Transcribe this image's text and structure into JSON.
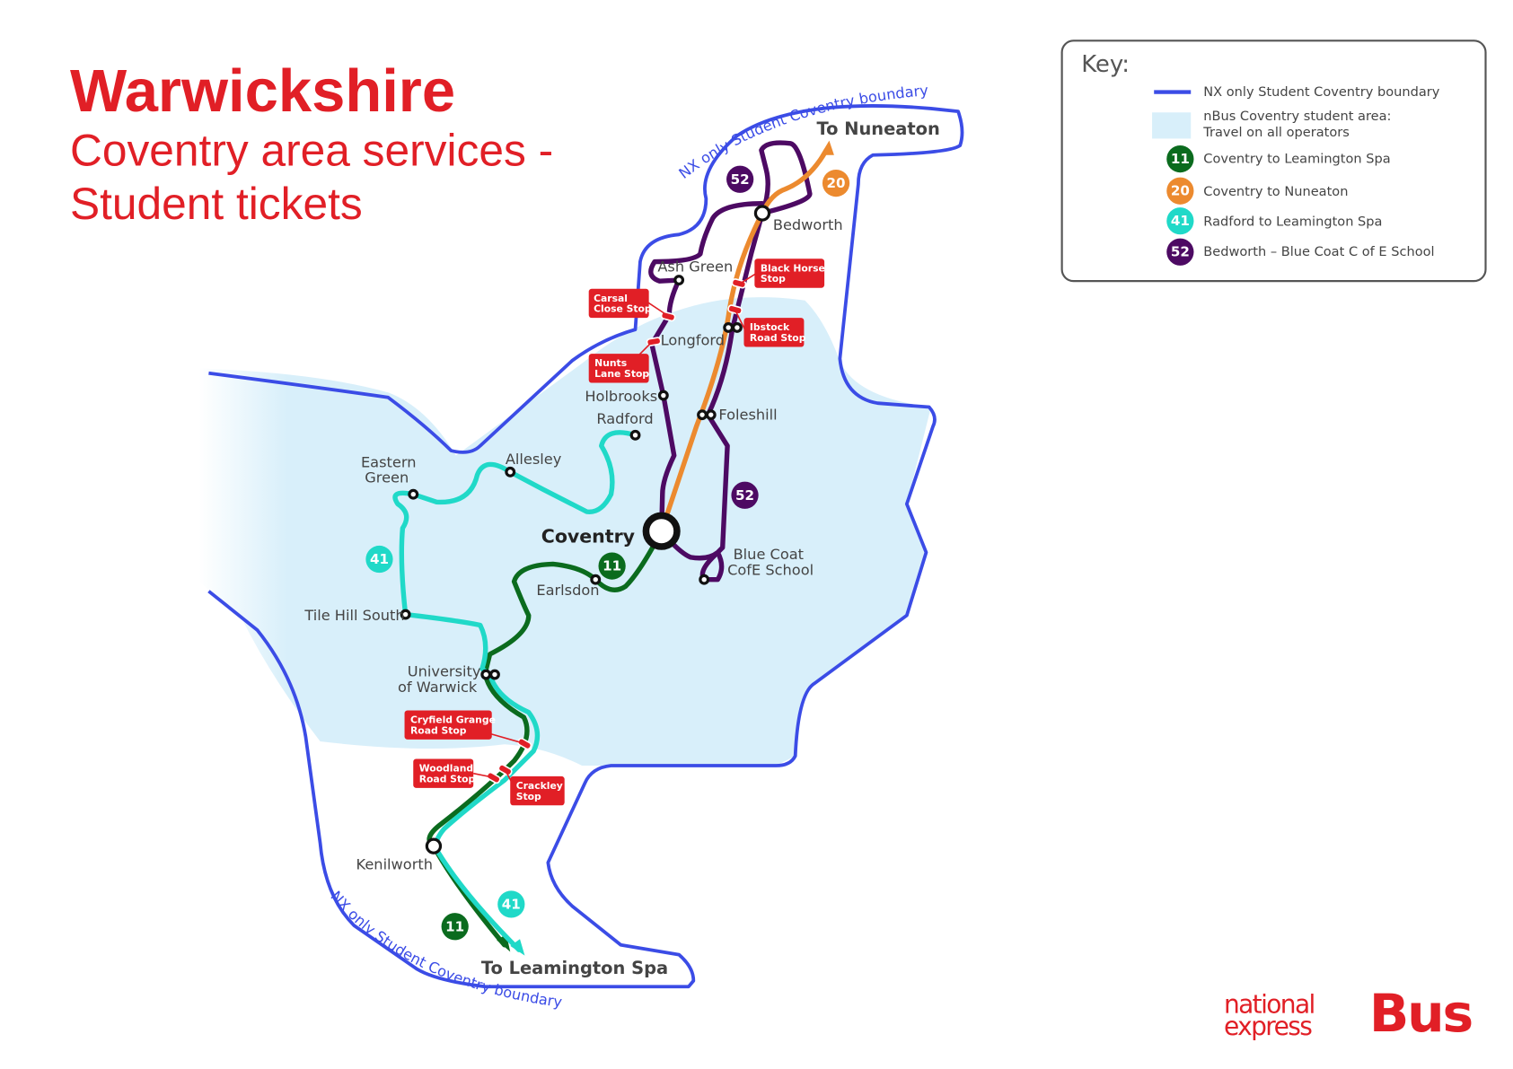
{
  "title": {
    "main": "Warwickshire",
    "line1": "Coventry area services -",
    "line2": "Student tickets"
  },
  "colors": {
    "red": "#e11f26",
    "boundary": "#3b4ce6",
    "area": "#d8effa",
    "route11": "#0b6b1e",
    "route20": "#ec8a2f",
    "route41": "#20d9c8",
    "route52": "#4d0a63"
  },
  "boundary_label": "NX only Student Coventry boundary",
  "destinations": {
    "north": "To Nuneaton",
    "south": "To Leamington Spa"
  },
  "places": {
    "coventry": "Coventry",
    "bedworth": "Bedworth",
    "ash_green": "Ash Green",
    "longford": "Longford",
    "holbrooks": "Holbrooks",
    "radford": "Radford",
    "foleshill": "Foleshill",
    "allesley": "Allesley",
    "eastern_green_1": "Eastern",
    "eastern_green_2": "Green",
    "blue_coat_1": "Blue Coat",
    "blue_coat_2": "CofE School",
    "earlsdon": "Earlsdon",
    "tile_hill": "Tile Hill South",
    "uow_1": "University",
    "uow_2": "of Warwick",
    "kenilworth": "Kenilworth"
  },
  "stops": {
    "black_horse": [
      "Black Horse",
      "Stop"
    ],
    "carsal": [
      "Carsal",
      "Close Stop"
    ],
    "ibstock": [
      "Ibstock",
      "Road Stop"
    ],
    "nunts": [
      "Nunts",
      "Lane Stop"
    ],
    "cryfield": [
      "Cryfield Grange",
      "Road Stop"
    ],
    "woodland": [
      "Woodland",
      "Road Stop"
    ],
    "crackley": [
      "Crackley",
      "Stop"
    ]
  },
  "routes": {
    "r11": "11",
    "r20": "20",
    "r41": "41",
    "r52": "52"
  },
  "key": {
    "title": "Key:",
    "boundary": "NX only Student Coventry boundary",
    "area_1": "nBus Coventry student area:",
    "area_2": "Travel on all operators",
    "r11": "Coventry to Leamington Spa",
    "r20": "Coventry to Nuneaton",
    "r41": "Radford to Leamington Spa",
    "r52": "Bedworth – Blue Coat C of E School"
  },
  "logo": {
    "line1": "national",
    "line2": "express",
    "word": "Bus"
  }
}
